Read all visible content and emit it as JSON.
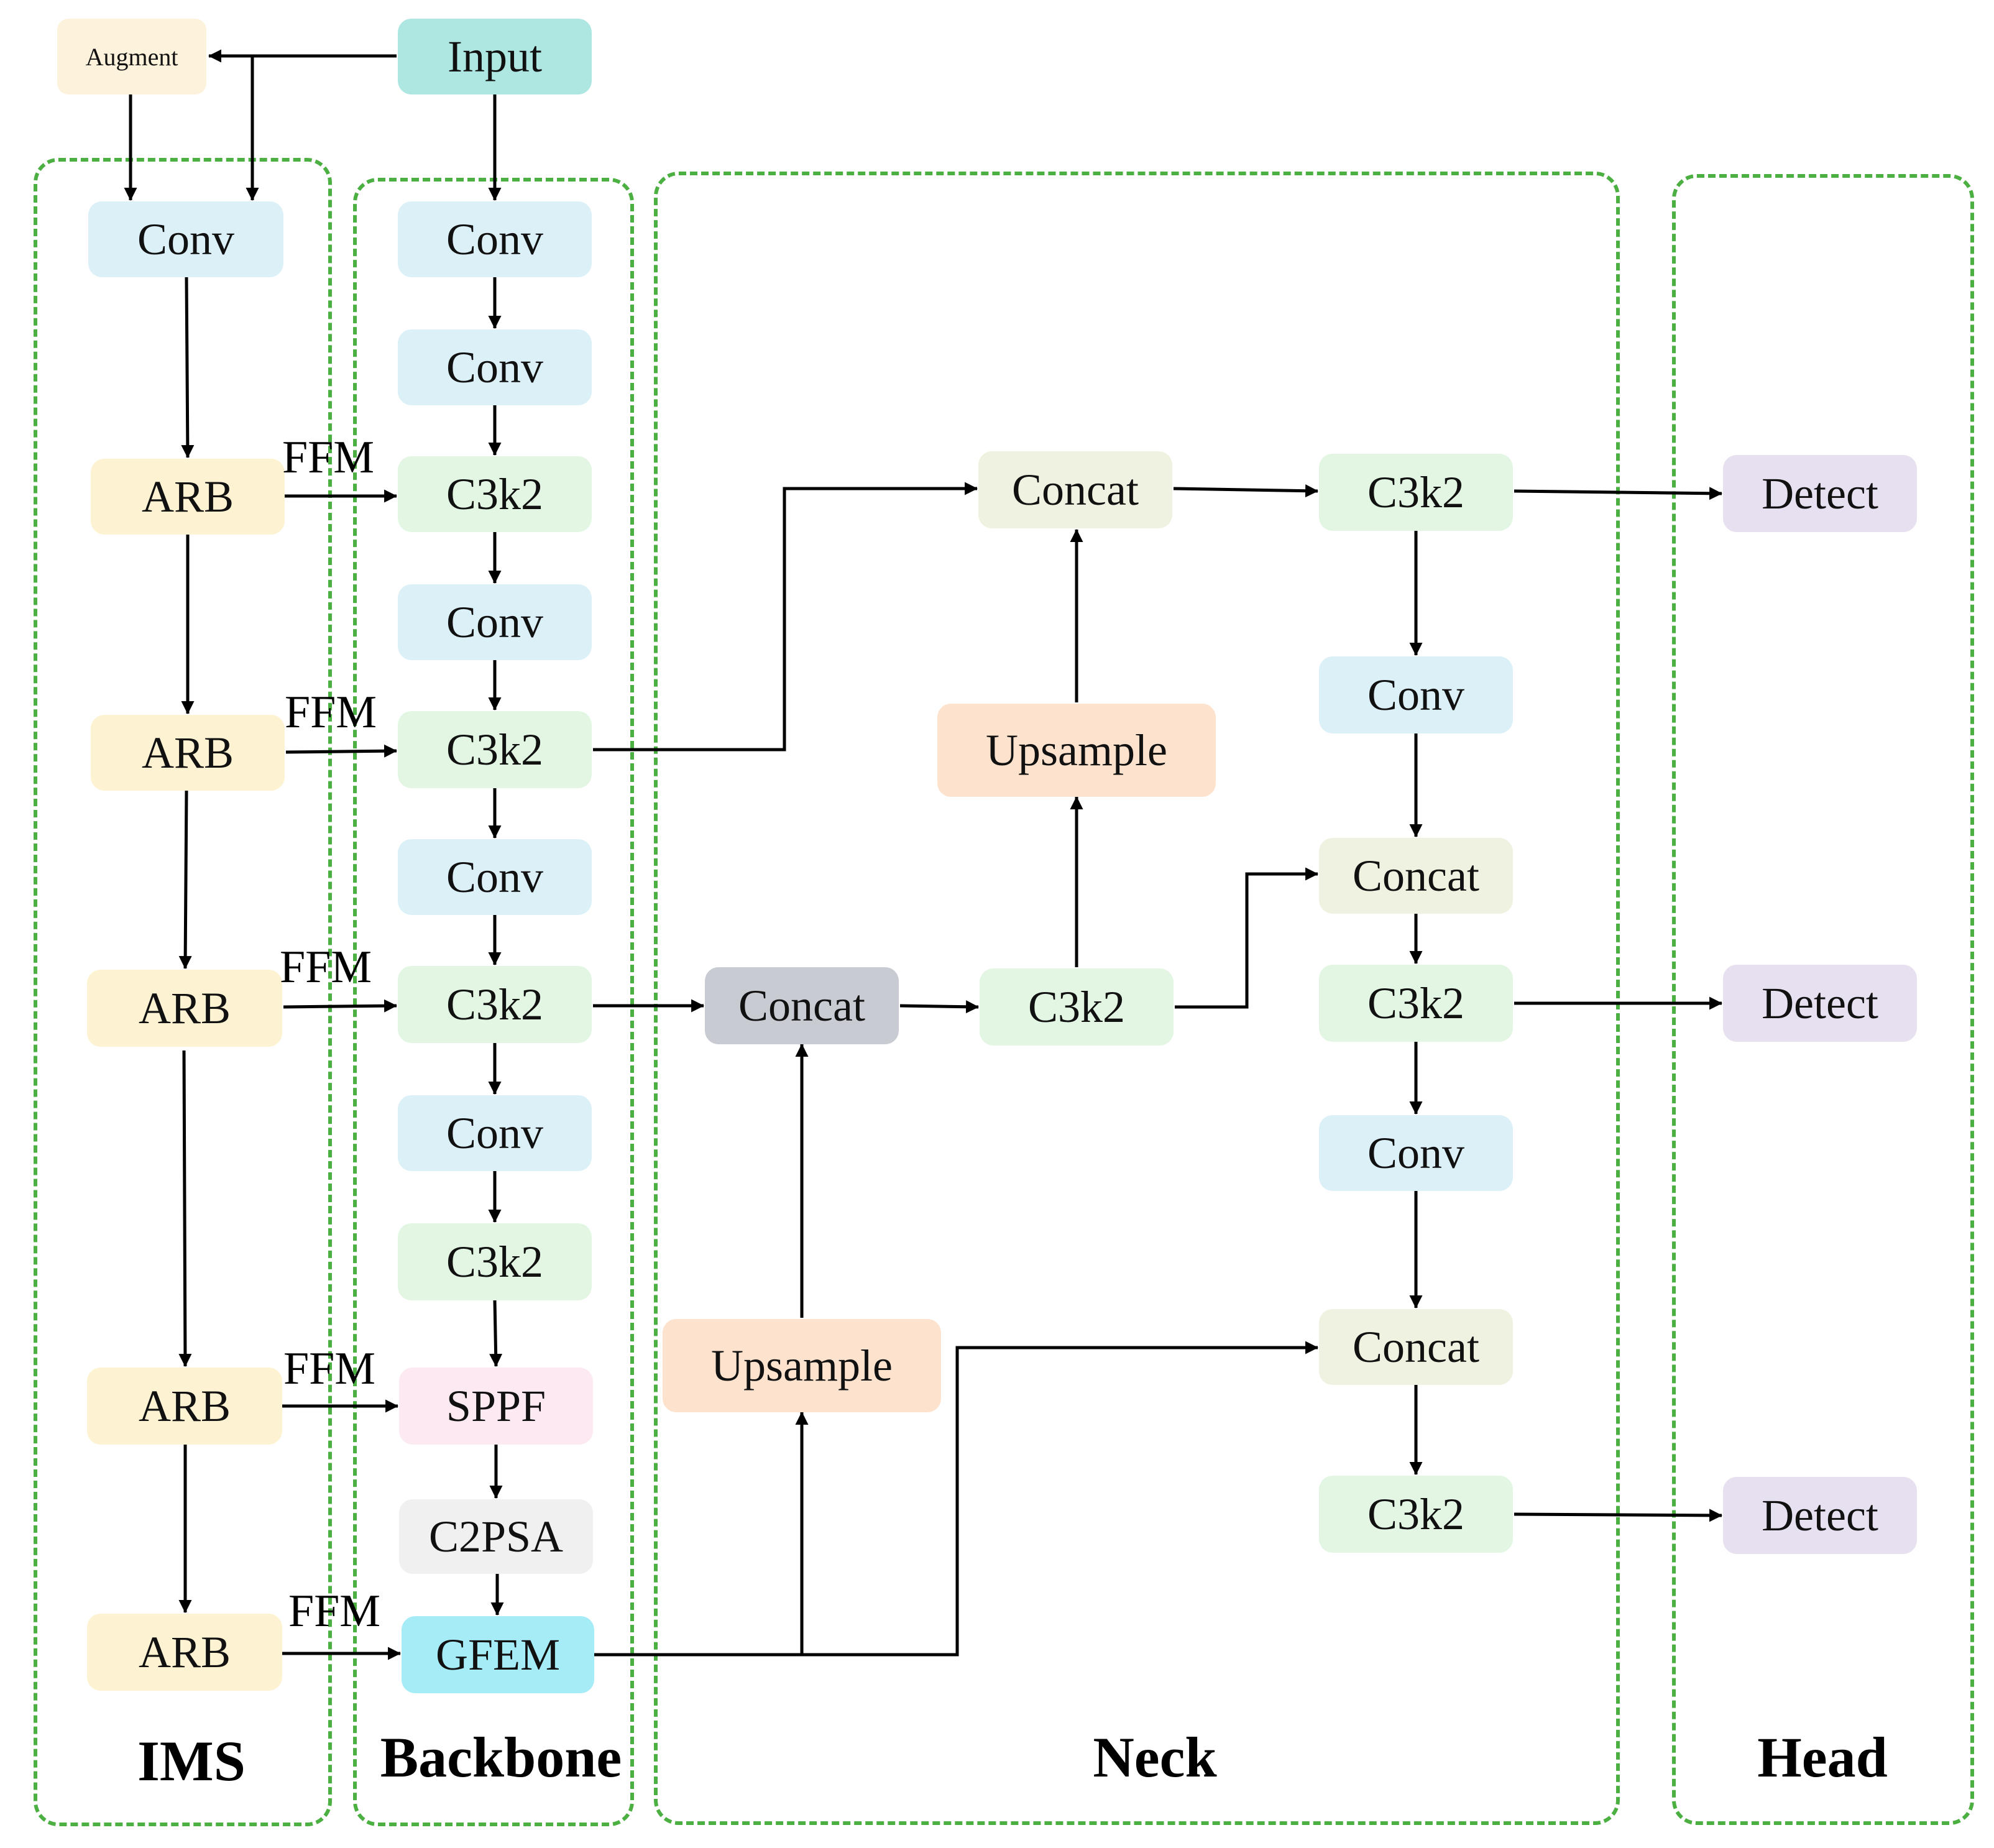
{
  "colors": {
    "line": "#000000",
    "section_border": "#4caf42",
    "conv": "#dcf0f8",
    "arb": "#fdf3d2",
    "c3k2": "#e2f6e3",
    "concat": "#eff2e0",
    "upsample": "#fde2cd",
    "detect": "#e6e0f0",
    "sppf": "#fde9f1",
    "c2psa": "#f0f0f0",
    "gfem": "#a6ecf7",
    "input": "#aee6e1",
    "augment": "#fdf3dc",
    "concat_gray": "#c8ccd2"
  },
  "sections": {
    "ims": "IMS",
    "backbone": "Backbone",
    "neck": "Neck",
    "head": "Head"
  },
  "nodes": {
    "input": "Input",
    "augment": "Augment",
    "ims_conv": "Conv",
    "arb1": "ARB",
    "arb2": "ARB",
    "arb3": "ARB",
    "arb4": "ARB",
    "arb5": "ARB",
    "bb_conv1": "Conv",
    "bb_conv2": "Conv",
    "bb_c3k2_1": "C3k2",
    "bb_conv3": "Conv",
    "bb_c3k2_2": "C3k2",
    "bb_conv4": "Conv",
    "bb_c3k2_3": "C3k2",
    "bb_conv5": "Conv",
    "bb_c3k2_4": "C3k2",
    "sppf": "SPPF",
    "c2psa": "C2PSA",
    "gfem": "GFEM",
    "neck_concat_top": "Concat",
    "neck_upsample_top": "Upsample",
    "neck_concat_mid": "Concat",
    "neck_c3k2_mid": "C3k2",
    "neck_upsample_bottom": "Upsample",
    "neck_c3k2_r1": "C3k2",
    "neck_conv_r1": "Conv",
    "neck_concat_r2": "Concat",
    "neck_c3k2_r2": "C3k2",
    "neck_conv_r2": "Conv",
    "neck_concat_r3": "Concat",
    "neck_c3k2_r3": "C3k2",
    "detect1": "Detect",
    "detect2": "Detect",
    "detect3": "Detect"
  },
  "ffm_labels": [
    "FFM",
    "FFM",
    "FFM",
    "FFM",
    "FFM"
  ]
}
